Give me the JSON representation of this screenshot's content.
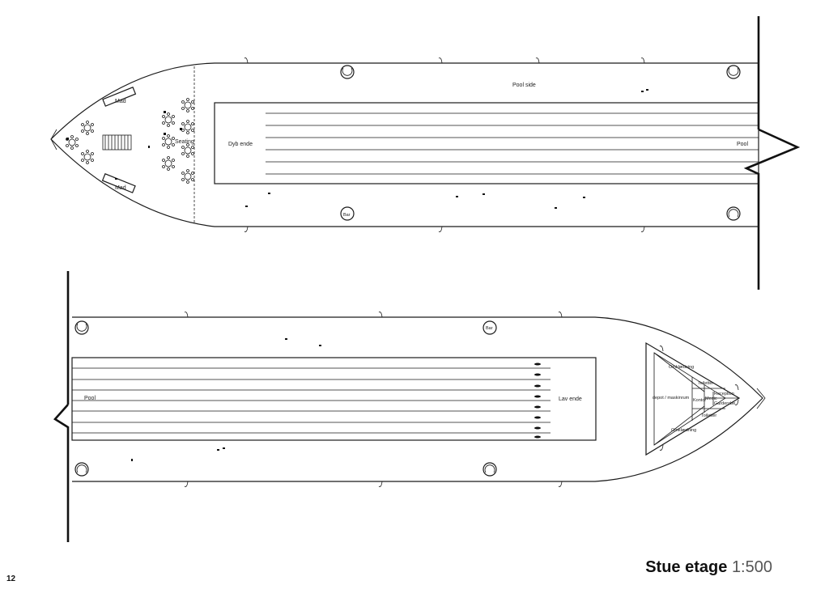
{
  "title": {
    "main": "Stue etage",
    "scale": "1:500"
  },
  "page_number": "12",
  "upper_plan": {
    "labels": {
      "mad_top": "Mad",
      "mad_bottom": "Mad",
      "seating": "Seating",
      "dyb_ende": "Dyb ende",
      "pool_side": "Pool side",
      "pool": "Pool",
      "bar": "Bar"
    }
  },
  "lower_plan": {
    "labels": {
      "pool": "Pool",
      "bar": "Bar",
      "lav_ende": "Lav ende",
      "omklaedning_top": "Omklædning",
      "omklaedning_bottom": "Omklædning",
      "toiletter_top": "Toiletter",
      "toiletter_bottom": "Toiletter",
      "depot": "depot / maskinrum",
      "kontor": "Kontor",
      "medic": "Medic",
      "reception": "Reception",
      "garderobe": "Garderobe"
    }
  }
}
